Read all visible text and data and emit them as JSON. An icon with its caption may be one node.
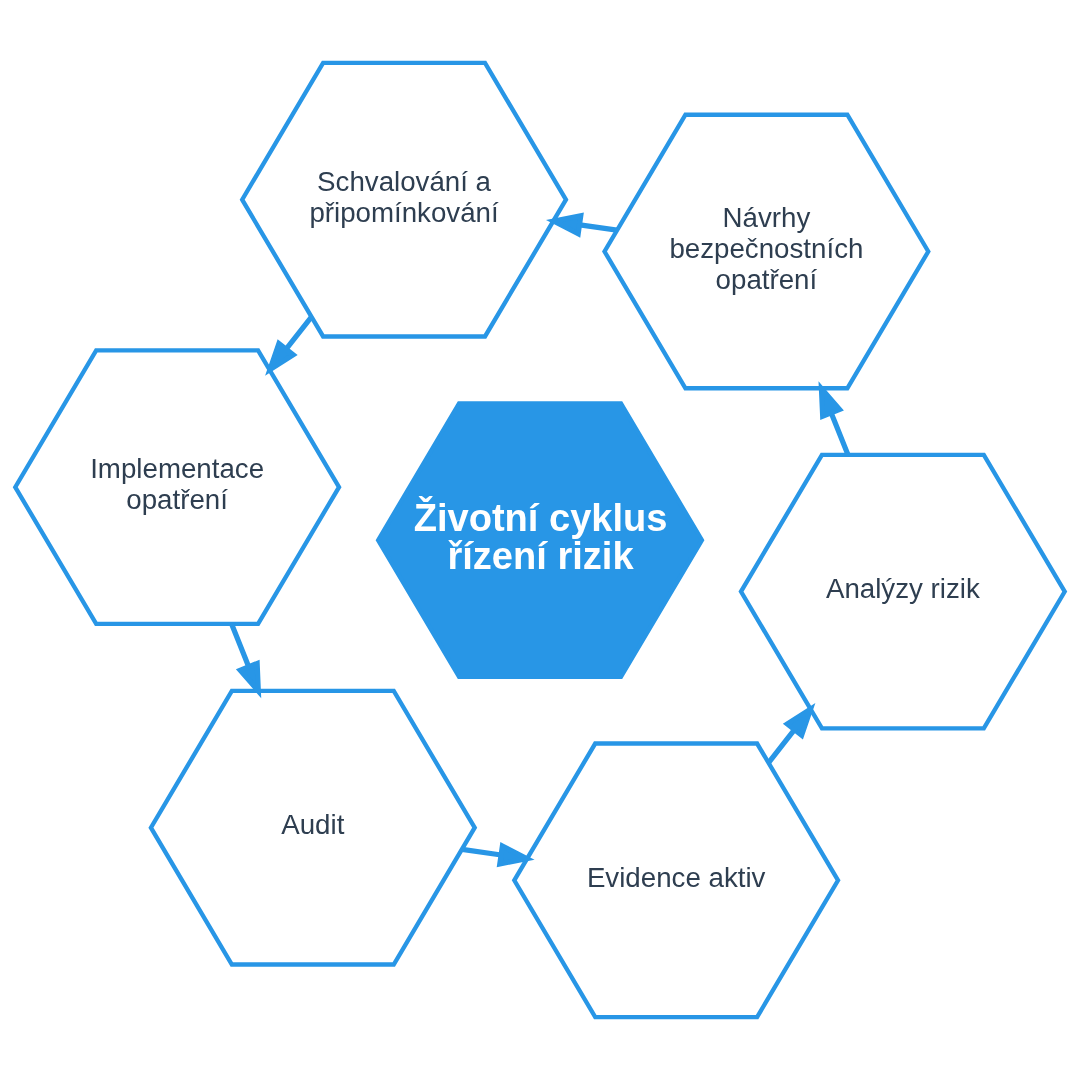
{
  "diagram": {
    "nodes": [
      {
        "text": [
          "Životní cyklus řízení rizik"
        ]
      },
      {
        "text": [
          "Evidence aktiv"
        ]
      },
      {
        "text": [
          "Analýzy rizik"
        ]
      },
      {
        "text": [
          "Návrhy bezpečnostních opatření"
        ]
      },
      {
        "text": [
          "Schvalování a připomínkování"
        ]
      },
      {
        "text": [
          "Implementace opatření"
        ]
      },
      {
        "text": [
          "Audit"
        ]
      }
    ],
    "edges": [
      {
        "from": 1,
        "to": 2,
        "arrow": "to"
      },
      {
        "from": 2,
        "to": 3,
        "arrow": "to"
      },
      {
        "from": 3,
        "to": 4,
        "arrow": "to"
      },
      {
        "from": 4,
        "to": 5,
        "arrow": "to"
      },
      {
        "from": 5,
        "to": 6,
        "arrow": "to"
      },
      {
        "from": 6,
        "to": 1,
        "arrow": "to"
      }
    ]
  }
}
